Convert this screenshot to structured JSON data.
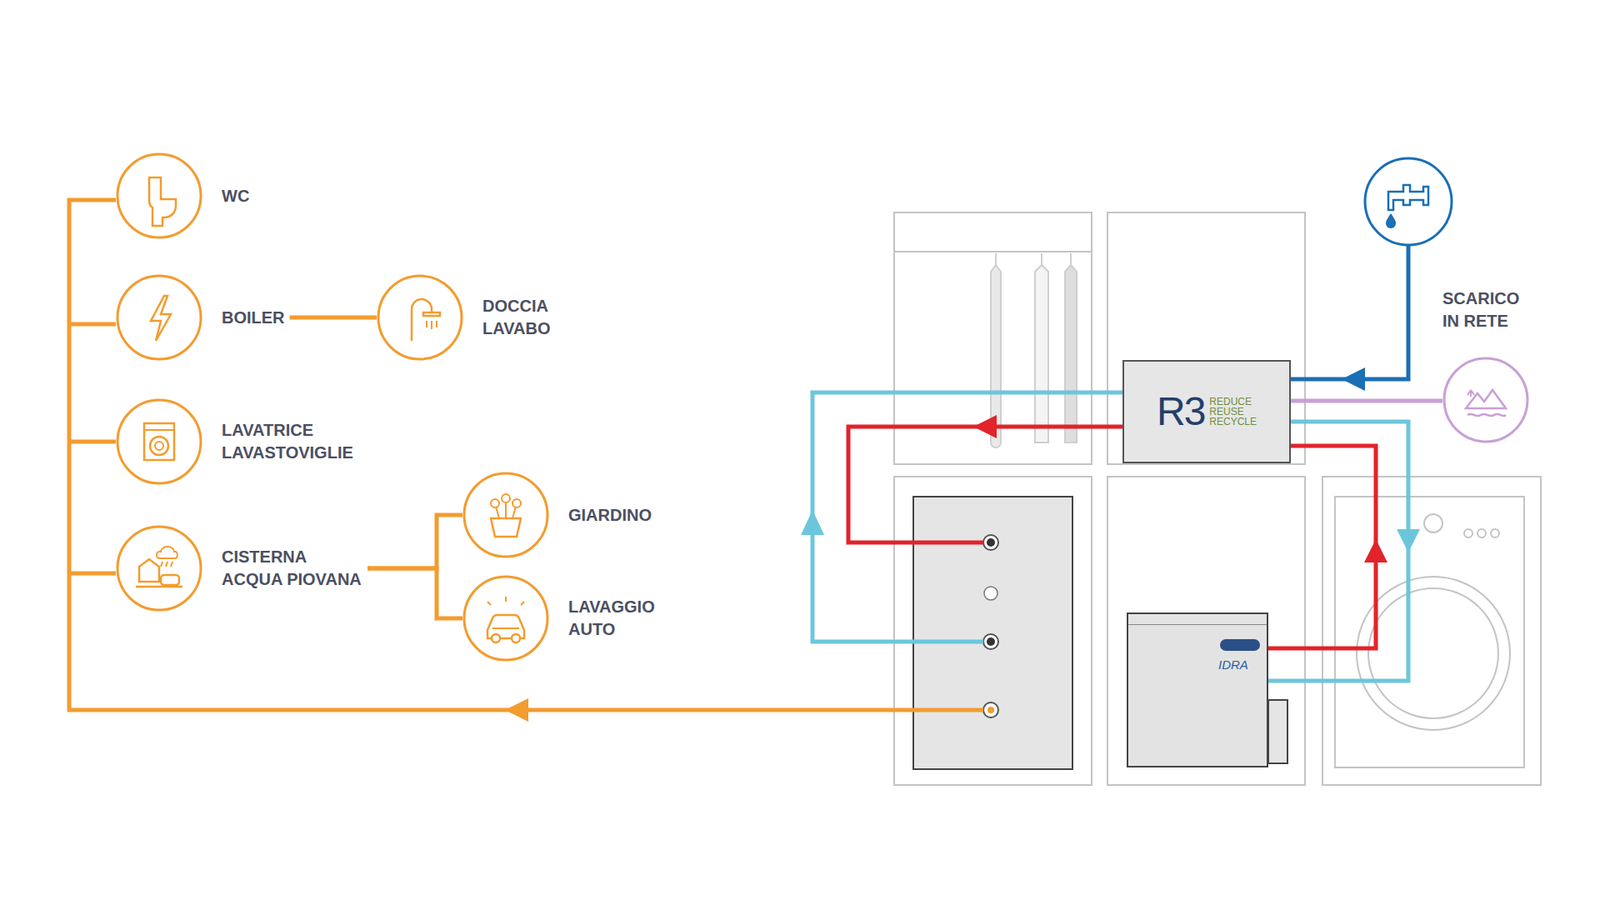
{
  "diagram": {
    "nodes": [
      {
        "text": [
          "WC"
        ]
      },
      {
        "text": [
          "BOILER"
        ]
      },
      {
        "text": [
          "DOCCIA LAVABO"
        ]
      },
      {
        "text": [
          "LAVATRICE LAVASTOVIGLIE"
        ]
      },
      {
        "text": [
          "CISTERNA ACQUA PIOVANA"
        ]
      },
      {
        "text": [
          "GIARDINO"
        ]
      },
      {
        "text": [
          "LAVAGGIO AUTO"
        ]
      },
      {
        "text": [
          "R3",
          "REDUCE REUSE RECYCLE"
        ]
      },
      {
        "text": [
          "IDRA"
        ]
      },
      {
        "text": [
          "SCARICO IN RETE"
        ]
      }
    ],
    "edges": [
      {
        "from": 1,
        "to": 2,
        "arrow": "none"
      },
      {
        "from": 4,
        "to": 5,
        "arrow": "none"
      },
      {
        "from": 4,
        "to": 6,
        "arrow": "none"
      },
      {
        "from": 7,
        "to": 9,
        "arrow": "none"
      },
      {
        "from": 7,
        "to": 8,
        "arrow": "to"
      },
      {
        "from": 8,
        "to": 7,
        "arrow": "to"
      }
    ]
  }
}
